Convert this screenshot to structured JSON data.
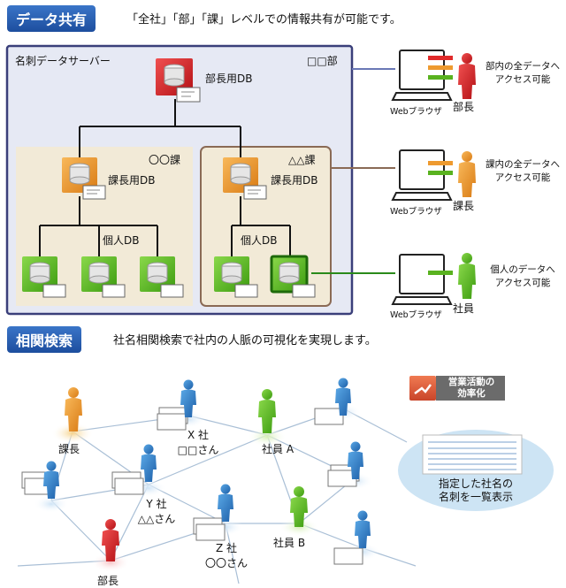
{
  "section1": {
    "badge": "データ共有",
    "description": "「全社」「部」「課」レベルでの情報共有が可能です。",
    "server_label": "名刺データサーバー",
    "dept_label": "□□部",
    "dept_db_label": "部長用DB",
    "section_left_label": "〇〇課",
    "section_right_label": "△△課",
    "section_db_label": "課長用DB",
    "personal_db_label": "個人DB",
    "browser_label": "Webブラウザ",
    "rows": [
      {
        "role": "部長",
        "access": "部内の全データへ\nアクセス可能",
        "color": "#d9242b"
      },
      {
        "role": "課長",
        "access": "課内の全データへ\nアクセス可能",
        "color": "#ee9a2f"
      },
      {
        "role": "社員",
        "access": "個人のデータへ\nアクセス可能",
        "color": "#59b21f"
      }
    ]
  },
  "section2": {
    "badge": "相関検索",
    "description": "社名相関検索で社内の人脈の可視化を実現します。",
    "sales_badge": "営業活動の\n効率化",
    "bubble_text": "指定した社名の\n名刺を一覧表示",
    "people": {
      "kacho": "課長",
      "x": "X 社\n□□さん",
      "y": "Y 社\n△△さん",
      "z": "Z 社\n〇〇さん",
      "a": "社員 A",
      "b": "社員 B",
      "bucho": "部長"
    }
  }
}
